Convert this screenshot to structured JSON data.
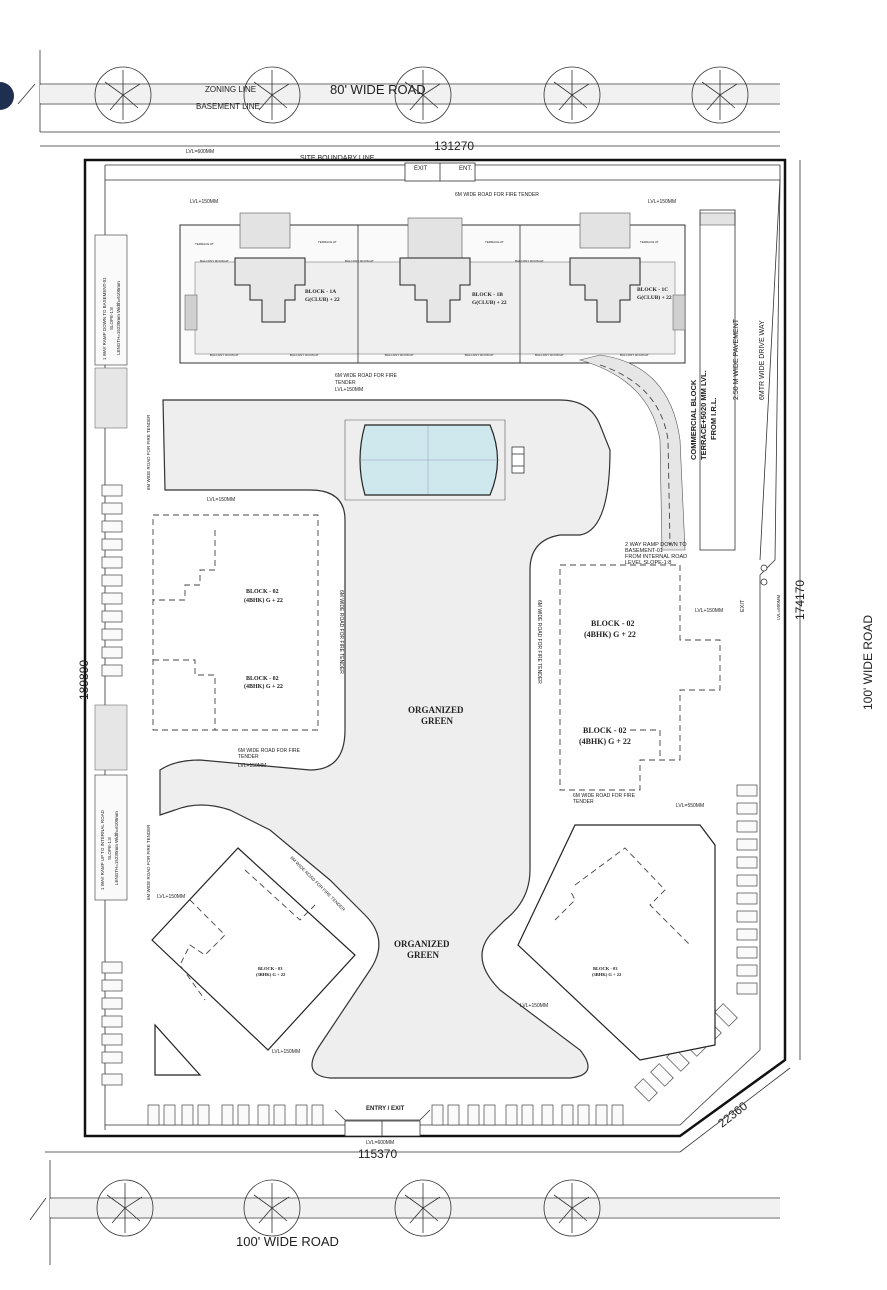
{
  "roads": {
    "top_road": "80' WIDE ROAD",
    "zoning_line": "ZONING LINE",
    "basement_line": "BASEMENT LINE",
    "bottom_road": "100' WIDE ROAD",
    "right_road": "100' WIDE ROAD"
  },
  "dimensions": {
    "top": "131270",
    "bottom": "115370",
    "left": "189890",
    "right": "174170",
    "corner": "22360"
  },
  "labels": {
    "site_boundary": "SITE BOUNDARY LINE",
    "exit_top": "EXIT",
    "ent_top": "ENT.",
    "fire_road_top": "6M WIDE ROAD FOR FIRE TENDER",
    "fire_road_mid_1": "6M WIDE ROAD FOR FIRE",
    "fire_road_mid_2": "TENDER",
    "lvl_150": "LVL=150MM",
    "lvl_plus_150": "LVL+150MM",
    "lvl_600": "LVL=600MM",
    "lvl_550": "LVL=550MM",
    "commercial_1": "COMMERCIAL BLOCK",
    "commercial_2": "TERRACE+5020 MM LVL.",
    "commercial_3": "FROM I.R.L.",
    "pavement": "2.50 M WIDE PAVEMENT",
    "driveway": "6MTR WIDE DRIVE WAY",
    "ramp_down_1": "2 WAY RAMP DOWN TO",
    "ramp_down_2": "BASEMENT-01",
    "ramp_down_3": "FROM INTERNAL ROAD",
    "ramp_down_4": "LEVEL SLOPE-1:8",
    "ramp_left_1": "1 WAY RAMP DOWN TO BASEMENT-01",
    "ramp_left_2": "SLOPE-1:8",
    "ramp_left_3": "LENGTH=15230mm Width=6100mm",
    "ramp_up_1": "1 WAY RAMP UP TO INTERNAL ROAD",
    "ramp_up_2": "SLOPE-1:8",
    "ramp_up_3": "LENGTH=15230mm Width=6100mm",
    "exit_right": "EXIT",
    "entry_exit": "ENTRY / EXIT",
    "organized_green": "ORGANIZED",
    "organized_green_2": "GREEN",
    "fire_vertical": "6M WIDE ROAD FOR FIRE TENDER"
  },
  "blocks": {
    "block_1a_a": "BLOCK - 1A",
    "block_1a_b": "G(CLUB) + 22",
    "block_1b_a": "BLOCK - 1B",
    "block_1b_b": "G(CLUB) + 22",
    "block_1c_a": "BLOCK - 1C",
    "block_1c_b": "G(CLUB) + 22",
    "block_02_a": "BLOCK - 02",
    "block_02_b": "(4BHK) G + 22",
    "block_03_a": "BLOCK - 03",
    "block_03_b": "(3BHK) G + 22"
  },
  "colors": {
    "pool": "#cfe8ee",
    "green_area": "#eeeeee",
    "line": "#222222"
  }
}
